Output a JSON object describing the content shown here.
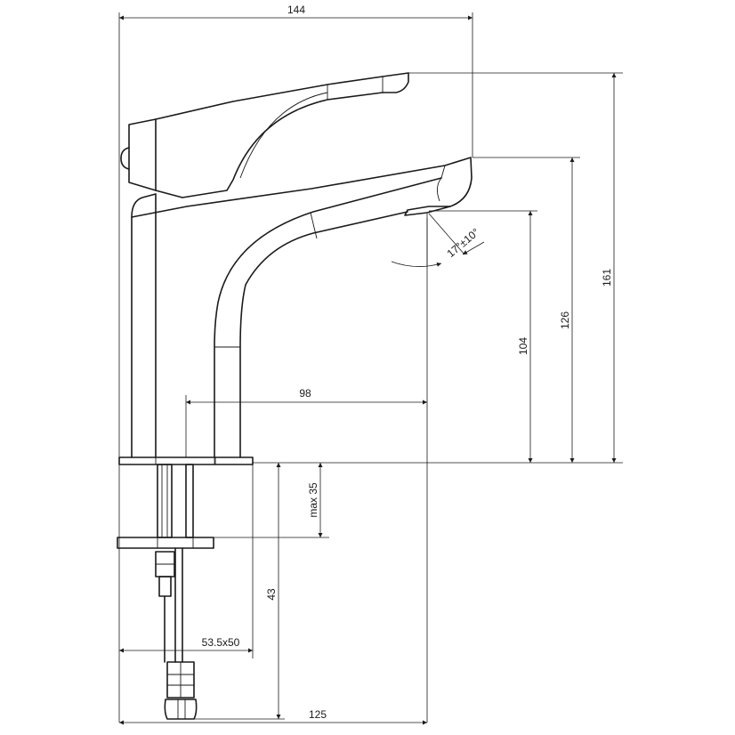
{
  "drawing": {
    "dimensions": {
      "overall_width": "144",
      "overall_height": "161",
      "spout_height": "126",
      "outlet_height": "104",
      "projection": "98",
      "deck_thickness": "max 35",
      "shank_length": "43",
      "washer_size": "53.5x50",
      "shank_projection": "125",
      "spray_angle": "17°±10°"
    }
  }
}
